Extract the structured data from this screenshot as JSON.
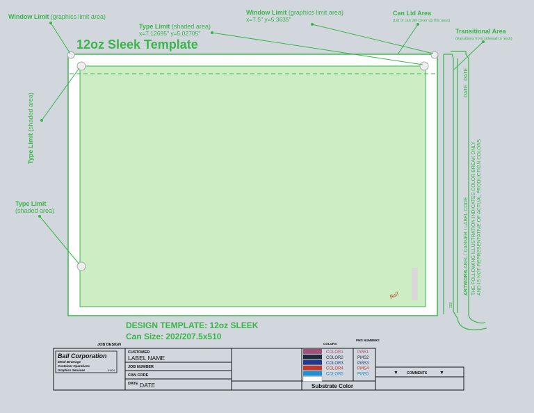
{
  "template_title": "12oz Sleek Template",
  "callouts": {
    "window_limit_tl": {
      "bold": "Window Limit",
      "rest": " (graphics limit area)"
    },
    "type_limit_top": {
      "bold": "Type Limit",
      "rest": " (shaded area)",
      "coords": "x=7.12695\" y=5.02705\""
    },
    "window_limit_top": {
      "bold": "Window Limit",
      "rest": " (graphics limit area)",
      "coords": "x=7.5\" y=5.3635\""
    },
    "can_lid_area": {
      "bold": "Can Lid Area",
      "note": "(Lid of can will cover up this area)"
    },
    "transitional_area": {
      "bold": "Transitional Area",
      "note": "(transitions from sidewall to neck)"
    },
    "type_limit_left_rot": {
      "bold": "Type Limit",
      "rest": " (shaded area)"
    },
    "type_limit_left": {
      "bold": "Type Limit",
      "rest": "(shaded area)"
    }
  },
  "side_panel": {
    "date": "DATE",
    "artwork": "ARTWORK",
    "label_line": "LABEL / CANNER / LABEL CODE",
    "disclaimer_1": "THE FOLLOWING ILLUSTRATION INDICATES COLOR BREAK ONLY",
    "disclaimer_2": "AND IS NOT REPRESENTATIVE OF ACTUAL PRODUCTION COLORS",
    "code": "202"
  },
  "design_template": {
    "line1": "DESIGN TEMPLATE: 12oz SLEEK",
    "line2": "Can Size: 202/207.5x510"
  },
  "title_block": {
    "job_design": "JOB DESIGN",
    "company": "Ball Corporation",
    "division_1": "Metal Beverage",
    "division_2": "Container Operations",
    "division_3": "Graphics Services",
    "form_code": "04/04",
    "customer_label": "CUSTOMER",
    "customer_value": "LABEL NAME",
    "job_number_label": "JOB NUMBER",
    "can_code_label": "CAN CODE",
    "date_label": "DATE",
    "date_value": "DATE",
    "colors_header": "COLORS",
    "pms_header": "PMS NUMBERS",
    "colors": [
      {
        "name": "COLOR1",
        "pms": "PMS1",
        "swatch": "#a0507a"
      },
      {
        "name": "COLOR2",
        "pms": "PMS2",
        "swatch": "#1f2a3e"
      },
      {
        "name": "COLOR3",
        "pms": "PMS3",
        "swatch": "#243a8c"
      },
      {
        "name": "COLOR4",
        "pms": "PMS4",
        "swatch": "#c0392b"
      },
      {
        "name": "COLOR5",
        "pms": "PMS5",
        "swatch": "#1e90d0"
      }
    ],
    "substrate": "Substrate Color",
    "comments": "COMMENTS"
  },
  "colors": {
    "accent_green": "#39b54a",
    "shaded_fill": "#cdeec4",
    "background": "#d1d7dc"
  }
}
